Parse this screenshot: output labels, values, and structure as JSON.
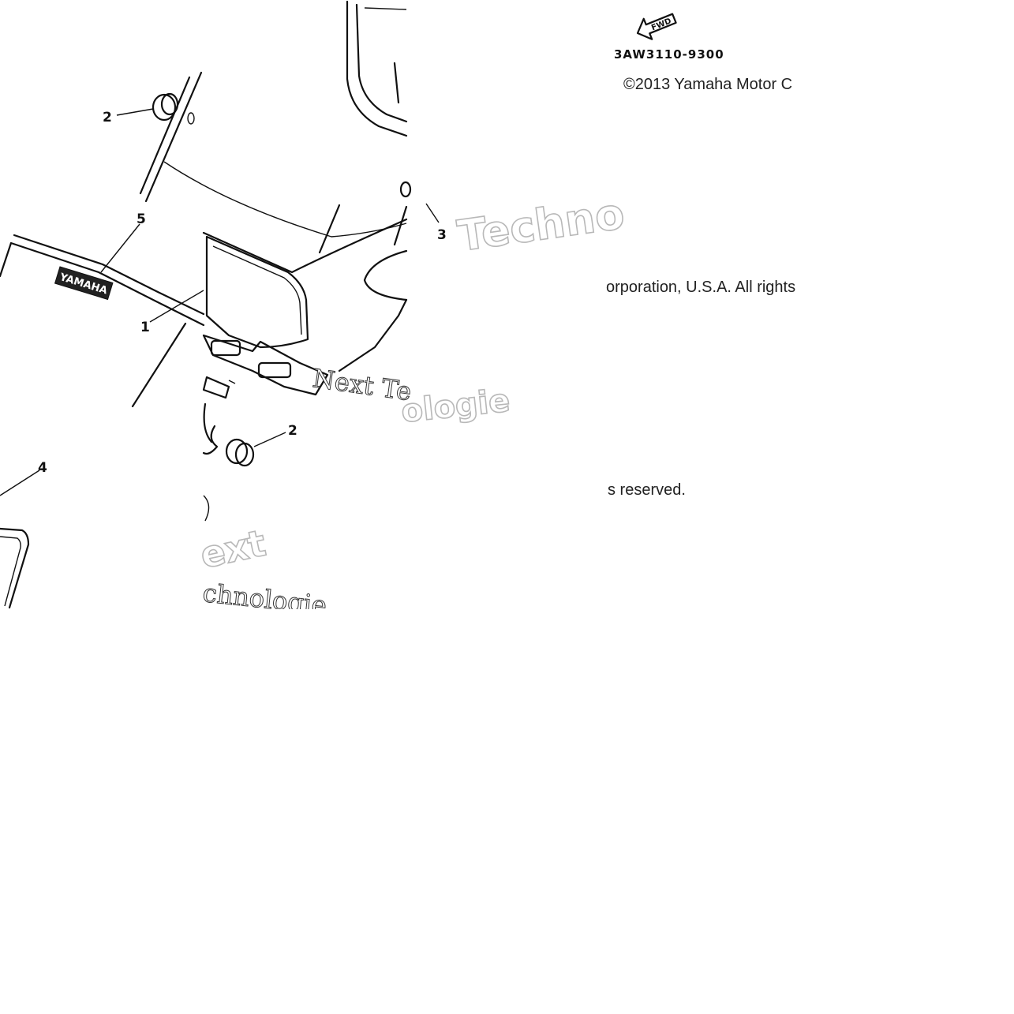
{
  "diagram": {
    "part_code": "3AW3110-9300",
    "fwd_label": "FWD",
    "brand_lettering": "YAMAHA",
    "callouts": [
      "1",
      "2",
      "2",
      "3",
      "4",
      "5"
    ]
  },
  "copyright": {
    "line1": "©2013 Yamaha Motor C",
    "line2": "orporation, U.S.A. All rights",
    "line3": "s reserved."
  },
  "watermarks": [
    "Techno",
    "Next Te",
    "ologie",
    "ext",
    "chnologie"
  ]
}
